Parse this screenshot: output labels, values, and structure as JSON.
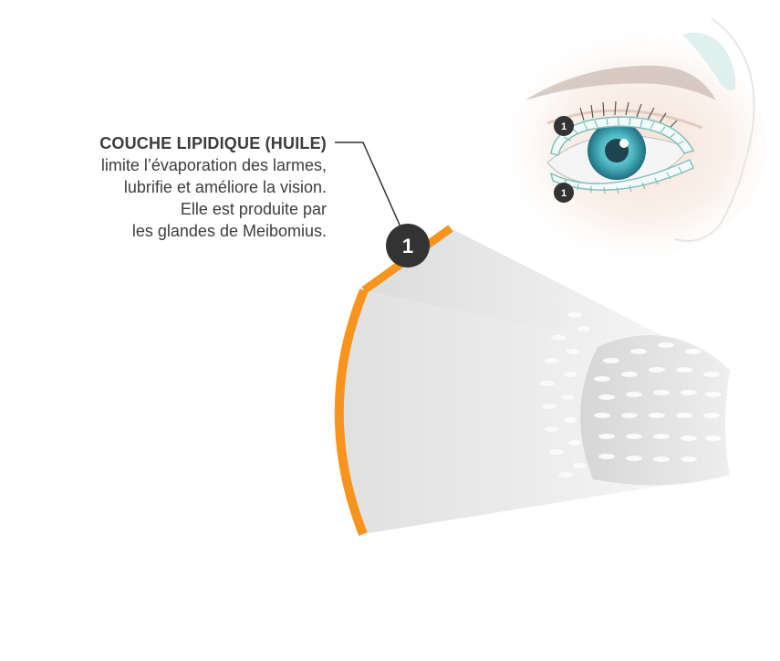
{
  "layer": {
    "title": "COUCHE LIPIDIQUE (HUILE)",
    "description_lines": [
      "limite l’évaporation des larmes,",
      "lubrifie et améliore la vision.",
      "Elle est produite par",
      "les glandes de Meibomius."
    ],
    "marker_number": "1"
  },
  "eye_markers": [
    "1",
    "1"
  ],
  "colors": {
    "accent": "#f7941d",
    "badge": "#333333",
    "text": "#3d3d3d",
    "gland_outline": "#8fc9c4",
    "iris": "#4fb8c4"
  }
}
